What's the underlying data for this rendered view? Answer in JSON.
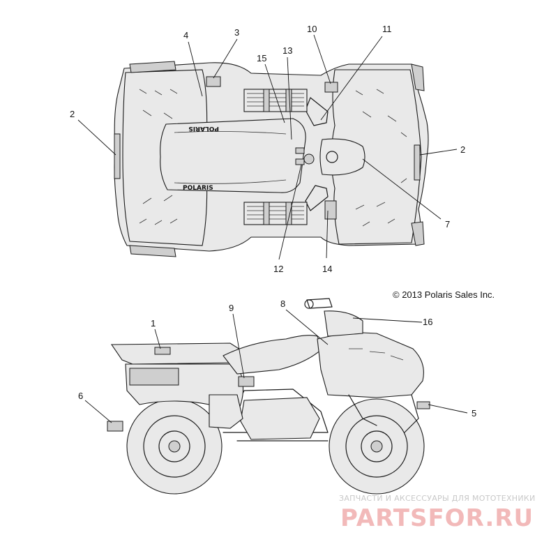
{
  "copyright": "© 2013 Polaris Sales Inc.",
  "decal_brand": "POLARIS",
  "watermark": {
    "tagline": "ЗАПЧАСТИ И АКСЕССУАРЫ ДЛЯ МОТОТЕХНИКИ",
    "brand": "PARTSFOR.RU"
  },
  "callouts": {
    "c1": "1",
    "c2a": "2",
    "c2b": "2",
    "c3": "3",
    "c4": "4",
    "c5": "5",
    "c6": "6",
    "c7": "7",
    "c8": "8",
    "c9": "9",
    "c10": "10",
    "c11": "11",
    "c12": "12",
    "c13": "13",
    "c14": "14",
    "c15": "15",
    "c16": "16"
  }
}
